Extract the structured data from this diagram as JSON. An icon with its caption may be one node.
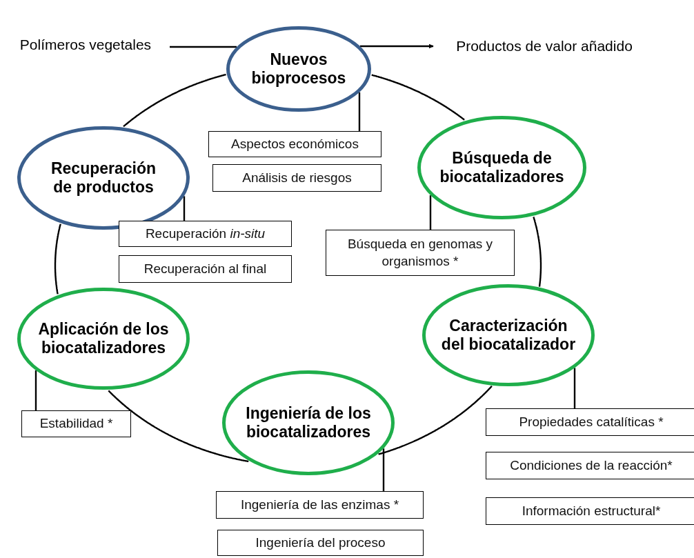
{
  "diagram": {
    "nodes": [
      {
        "text": [
          "Polímeros vegetales"
        ]
      },
      {
        "text": [
          "Nuevos bioprocesos"
        ]
      },
      {
        "text": [
          "Productos de valor añadido"
        ]
      },
      {
        "text": [
          "Recuperación de productos"
        ]
      },
      {
        "text": [
          "Aspectos económicos"
        ]
      },
      {
        "text": [
          "Análisis de riesgos"
        ]
      },
      {
        "text": [
          "Búsqueda de biocatalizadores"
        ]
      },
      {
        "text": [
          "Recuperación *in-situ*"
        ]
      },
      {
        "text": [
          "Recuperación al final"
        ]
      },
      {
        "text": [
          "Búsqueda en genomas y organismos *"
        ]
      },
      {
        "text": [
          "Aplicación de los biocatalizadores"
        ]
      },
      {
        "text": [
          "Caracterización del biocatalizador"
        ]
      },
      {
        "text": [
          "Estabilidad *"
        ]
      },
      {
        "text": [
          "Ingeniería de los biocatalizadores"
        ]
      },
      {
        "text": [
          "Propiedades catalíticas *"
        ]
      },
      {
        "text": [
          "Condiciones de la reacción*"
        ]
      },
      {
        "text": [
          "Información estructural*"
        ]
      },
      {
        "text": [
          "Ingeniería de las enzimas *"
        ]
      },
      {
        "text": [
          "Ingeniería del proceso"
        ]
      }
    ],
    "edges": [
      {
        "from": 0,
        "to": 1,
        "arrow": "none"
      },
      {
        "from": 1,
        "to": 2,
        "arrow": "to"
      },
      {
        "from": 1,
        "to": 6,
        "arrow": "none"
      },
      {
        "from": 6,
        "to": 11,
        "arrow": "none"
      },
      {
        "from": 11,
        "to": 13,
        "arrow": "none"
      },
      {
        "from": 13,
        "to": 10,
        "arrow": "none"
      },
      {
        "from": 10,
        "to": 3,
        "arrow": "none"
      },
      {
        "from": 3,
        "to": 1,
        "arrow": "none"
      },
      {
        "from": 1,
        "to": 4,
        "arrow": "none"
      },
      {
        "from": 3,
        "to": 7,
        "arrow": "none"
      },
      {
        "from": 6,
        "to": 9,
        "arrow": "none"
      },
      {
        "from": 10,
        "to": 12,
        "arrow": "none"
      },
      {
        "from": 11,
        "to": 14,
        "arrow": "none"
      },
      {
        "from": 13,
        "to": 17,
        "arrow": "none"
      }
    ]
  }
}
